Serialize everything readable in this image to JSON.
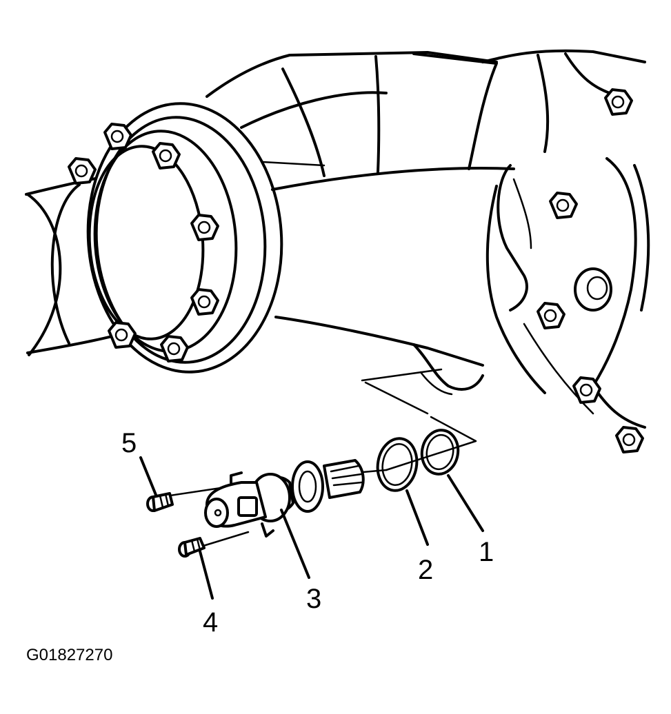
{
  "figure_id": "G01827270",
  "callouts": [
    {
      "number": "1"
    },
    {
      "number": "2"
    },
    {
      "number": "3"
    },
    {
      "number": "4"
    },
    {
      "number": "5"
    }
  ],
  "colors": {
    "ink": "#000000",
    "paper": "#ffffff"
  }
}
